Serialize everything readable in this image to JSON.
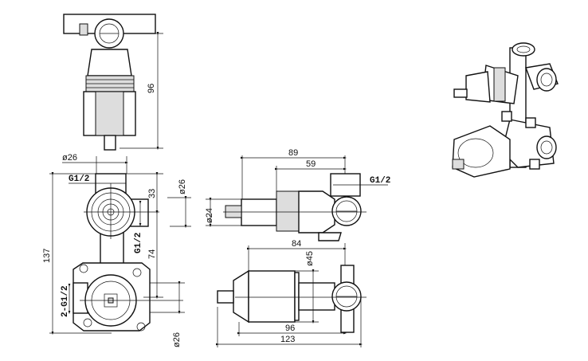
{
  "top_view": {
    "height_dim": "96"
  },
  "front_view": {
    "inlet_dia_top": "ø26",
    "thread_top": "G1/2",
    "overall_height": "137",
    "upper_offset": "33",
    "center_distance": "74",
    "outlet_dia_right": "ø26",
    "thread_side": "G1/2",
    "thread_lower": "2-G1/2",
    "outlet_dia_bottom": "ø26"
  },
  "side_view": {
    "upper_depth": "89",
    "upper_body_depth": "59",
    "thread": "G1/2",
    "stem_dia": "ø24",
    "lower_depth": "84",
    "cartridge_dia": "ø45",
    "lower_body_depth": "96",
    "overall_depth": "123"
  }
}
